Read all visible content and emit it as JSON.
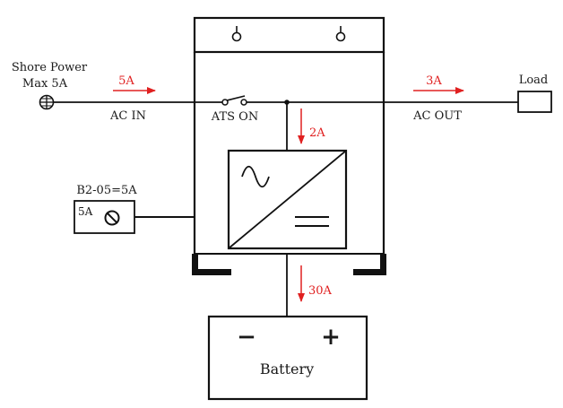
{
  "source": {
    "line1": "Shore Power",
    "line2": "Max 5A"
  },
  "ac_in": {
    "current": "5A",
    "label": "AC IN"
  },
  "ats": {
    "label": "ATS ON"
  },
  "charger_branch": {
    "current": "2A"
  },
  "ac_out": {
    "current": "3A",
    "label": "AC OUT"
  },
  "load": {
    "label": "Load"
  },
  "breaker": {
    "title": "B2-05=5A",
    "rating": "5A"
  },
  "dc_out": {
    "current": "30A"
  },
  "battery": {
    "label": "Battery",
    "minus": "−",
    "plus": "+"
  },
  "colors": {
    "line": "#111111",
    "accent": "#e02020"
  }
}
